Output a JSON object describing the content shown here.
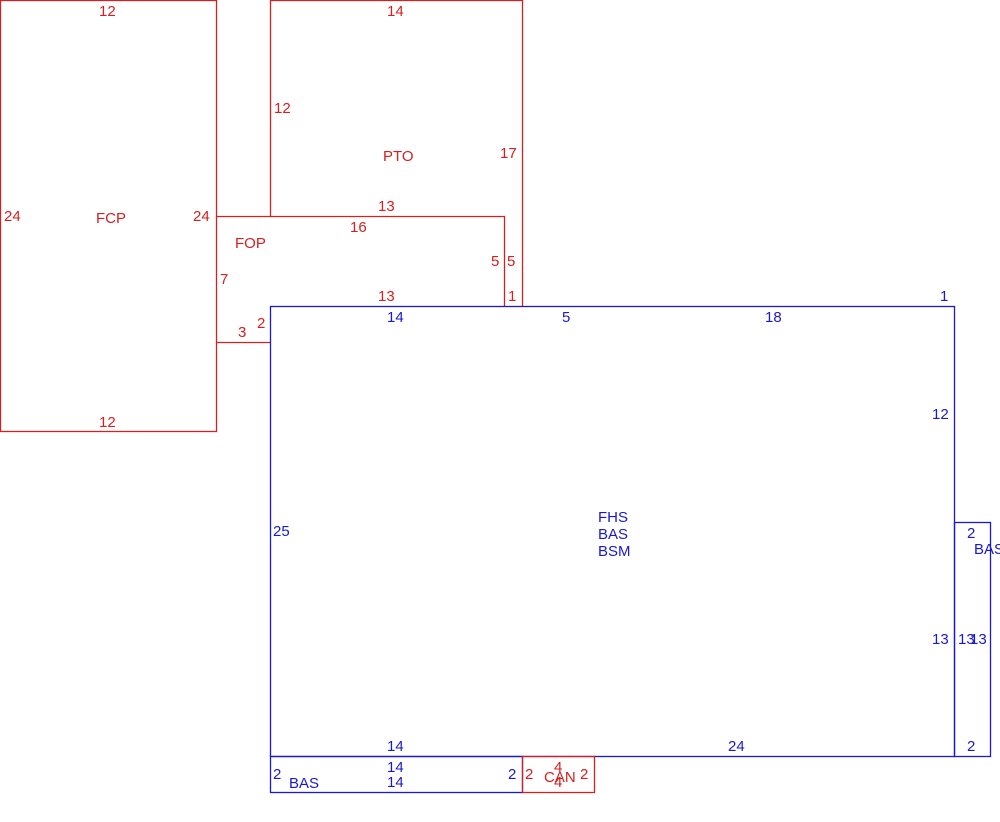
{
  "colors": {
    "secondary_structures": "#d42020",
    "main_building": "#1a1acc"
  },
  "areas": {
    "fcp": {
      "label": "FCP",
      "top": "12",
      "left": "24",
      "right": "24",
      "bottom": "12"
    },
    "pto": {
      "label": "PTO",
      "top": "14",
      "left": "12",
      "right": "17",
      "bottom": "13"
    },
    "fop": {
      "label": "FOP",
      "top": "16",
      "left": "7",
      "bottom_a": "3",
      "bottom_b": "2",
      "bottom_c": "13",
      "right_inner": "5",
      "right_outer": "5",
      "corner": "1"
    },
    "main": {
      "labels": [
        "FHS",
        "BAS",
        "BSM"
      ],
      "top_a": "14",
      "top_b": "5",
      "top_c": "18",
      "corner": "1",
      "right_upper": "12",
      "right_lower": "13",
      "left": "25",
      "bottom_a": "14",
      "bottom_b": "24"
    },
    "bas_right": {
      "label": "BAS",
      "top": "2",
      "left": "13",
      "right": "13",
      "bottom": "2"
    },
    "bas_bottom": {
      "label": "BAS",
      "top": "14",
      "bottom": "14",
      "left": "2",
      "right": "2"
    },
    "can": {
      "label": "CAN",
      "top": "4",
      "bottom": "4",
      "left": "2",
      "right": "2"
    }
  }
}
